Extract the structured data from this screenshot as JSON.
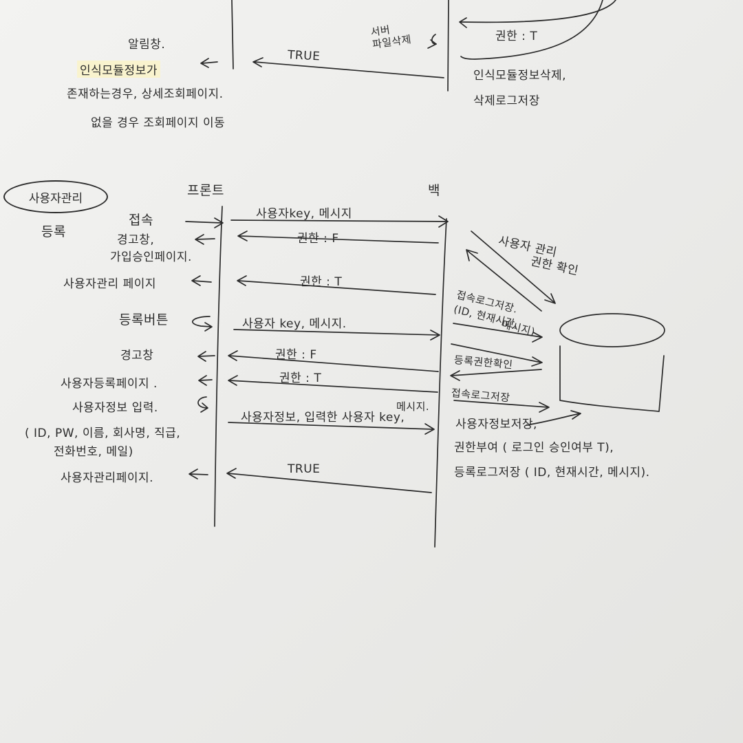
{
  "top": {
    "server_label": "서버\n파일삭제",
    "auth_t": "권한 : T",
    "true_label": "TRUE",
    "alert": "알림창.",
    "note1": "인식모듈정보가",
    "note2": "존재하는경우, 상세조회페이지.",
    "note3": "없을 경우 조회페이지 이동",
    "right1": "인식모듈정보삭제,",
    "right2": "삭제로그저장"
  },
  "section": {
    "title": "사용자관리",
    "sub": "등록",
    "front": "프론트",
    "back": "백"
  },
  "left": {
    "access": "접속",
    "warn1": "경고창,",
    "join_page": "가입승인페이지.",
    "user_mgmt_page": "사용자관리 페이지",
    "register_btn": "등록버튼",
    "warn2": "경고창",
    "user_reg_page": "사용자등록페이지 .",
    "user_info_input": "사용자정보 입력.",
    "fields1": "( ID, PW, 이름, 회사명, 직급,",
    "fields2": "전화번호, 메일)",
    "user_mgmt_page2": "사용자관리페이지."
  },
  "messages": {
    "m1": "사용자key, 메시지",
    "m2": "권한 : F",
    "m3": "권한 : T",
    "m4": "사용자 key, 메시지.",
    "m5": "권한 : F",
    "m6": "권한 : T",
    "m7a": "메시지.",
    "m7": "사용자정보, 입력한 사용자 key,",
    "m8": "TRUE"
  },
  "right": {
    "check_auth1": "사용자 관리",
    "check_auth2": "권한 확인",
    "log1": "접속로그저장.",
    "log2": "(ID, 현재시간,",
    "log3": "메시지)",
    "reg_auth": "등록권한확인",
    "access_log": "접속로그저장",
    "save_user": "사용자정보저장,",
    "grant": "권한부여 ( 로그인 승인여부 T),",
    "reg_log": "등록로그저장 ( ID, 현재시간, 메시지)."
  }
}
